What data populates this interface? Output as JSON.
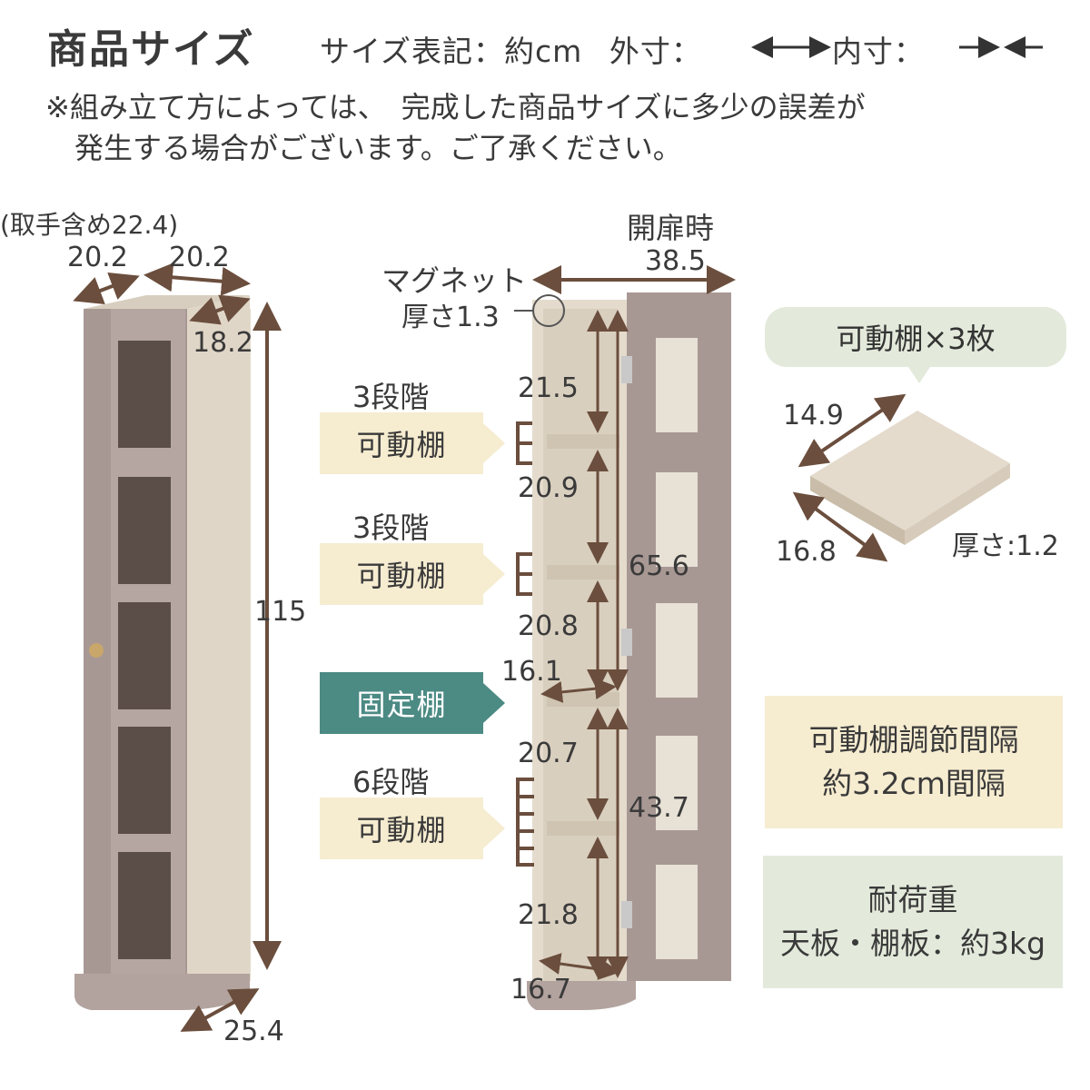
{
  "header": {
    "title": "商品サイズ",
    "size_notation": "サイズ表記：約cm",
    "outer_label": "外寸：",
    "inner_label": "内寸：",
    "note_line1": "※組み立て方によっては、　完成した商品サイズに多少の誤差が",
    "note_line2": "　発生する場合がございます。ご了承ください。"
  },
  "left_cabinet": {
    "handle_note": "(取手含め22.4)",
    "width": "20.2",
    "depth_top": "20.2",
    "inner_depth": "18.2",
    "height": "115",
    "base": "25.4"
  },
  "open_cabinet": {
    "open_label": "開扉時",
    "open_width": "38.5",
    "magnet_label": "マグネット",
    "magnet_thickness": "厚さ1.3",
    "gaps": [
      "21.5",
      "20.9",
      "20.8",
      "20.7",
      "21.8"
    ],
    "upper_height": "65.6",
    "lower_height": "43.7",
    "fixed_shelf_depth": "16.1",
    "bottom_depth": "16.7"
  },
  "shelf_tags": [
    {
      "steps": "3段階",
      "label": "可動棚"
    },
    {
      "steps": "3段階",
      "label": "可動棚"
    },
    {
      "steps": "",
      "label": "固定棚"
    },
    {
      "steps": "6段階",
      "label": "可動棚"
    }
  ],
  "loose_shelf": {
    "bubble": "可動棚×3枚",
    "width": "14.9",
    "depth": "16.8",
    "thickness": "厚さ:1.2"
  },
  "info_boxes": {
    "adjust_line1": "可動棚調節間隔",
    "adjust_line2": "約3.2cm間隔",
    "load_line1": "耐荷重",
    "load_line2": "天板・棚板：約3kg"
  },
  "colors": {
    "frame": "#a89894",
    "wood": "#e4dbcd",
    "arrow": "#6b4e3d",
    "teal": "#4c8a84",
    "cream": "#f6ecd0",
    "green": "#e3eadb"
  }
}
